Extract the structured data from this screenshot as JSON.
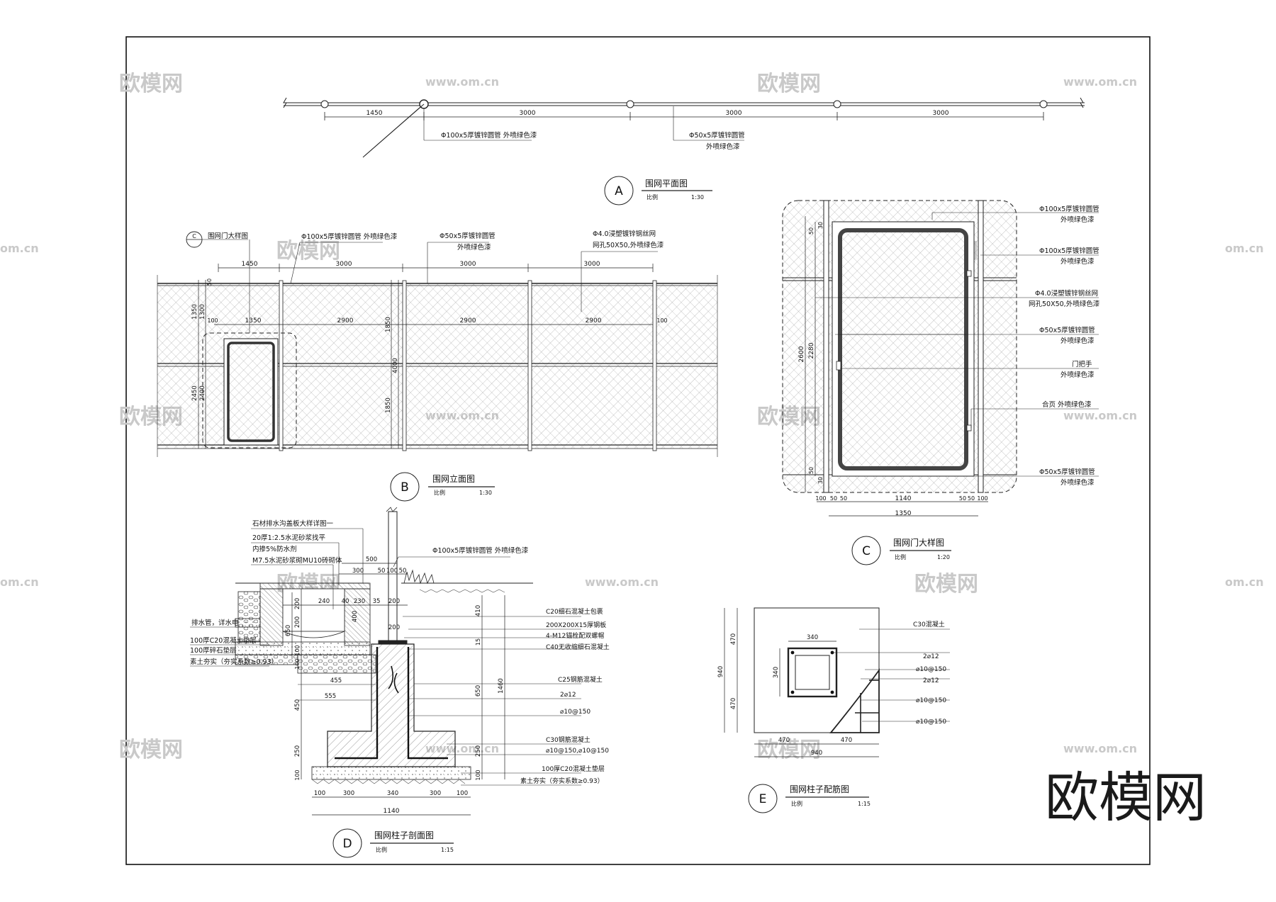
{
  "watermark": {
    "brand": "欧模网",
    "url": "www.om.cn",
    "url_partial": "om.cn"
  },
  "planA": {
    "dims": [
      "1450",
      "3000",
      "3000",
      "3000"
    ],
    "note_post": "Φ100x5厚镀锌圆管 外喷绿色漆",
    "note_rail_1": "Φ50x5厚镀锌圆管",
    "note_rail_2": "外喷绿色漆",
    "label": "A",
    "title": "围网平面图",
    "scale_word": "比例",
    "scale": "1:30"
  },
  "elevB": {
    "callout_mark": "C",
    "callout_text": "围网门大样图",
    "note_post": "Φ100x5厚镀锌圆管 外喷绿色漆",
    "note_rail_1": "Φ50x5厚镀锌圆管",
    "note_rail_2": "外喷绿色漆",
    "note_mesh_1": "Φ4.0浸塑镀锌钢丝网",
    "note_mesh_2": "网孔50X50,外喷绿色漆",
    "dims_top": [
      "1450",
      "3000",
      "3000",
      "3000"
    ],
    "dims_mid": [
      "1350",
      "2900",
      "2900",
      "2900"
    ],
    "dim_100": "100",
    "dim_50": "50",
    "dims_left": [
      "1350",
      "1300",
      "2450",
      "2400"
    ],
    "dims_center": [
      "1850",
      "4000",
      "1850"
    ],
    "label": "B",
    "title": "围网立面图",
    "scale_word": "比例",
    "scale": "1:30"
  },
  "gateC": {
    "notes": [
      [
        "Φ100x5厚镀锌圆管",
        "外喷绿色漆"
      ],
      [
        "Φ100x5厚镀锌圆管",
        "外喷绿色漆"
      ],
      [
        "Φ4.0浸塑镀锌钢丝网",
        "网孔50X50,外喷绿色漆"
      ],
      [
        "Φ50x5厚镀锌圆管",
        "外喷绿色漆"
      ],
      [
        "门把手",
        "外喷绿色漆"
      ],
      [
        "合页 外喷绿色漆",
        ""
      ],
      [
        "Φ50x5厚镀锌圆管",
        "外喷绿色漆"
      ]
    ],
    "dims_left": [
      "2600",
      "2280",
      "50",
      "30",
      "50",
      "30"
    ],
    "dims_bottom": [
      "100",
      "50",
      "50",
      "1140",
      "50",
      "50",
      "100"
    ],
    "dim_total": "1350",
    "label": "C",
    "title": "围网门大样图",
    "scale_word": "比例",
    "scale": "1:20"
  },
  "sectionD": {
    "notes_left": [
      "石材排水沟盖板大样详图一",
      "20厚1:2.5水泥砂浆找平",
      "内掺5%防水剂",
      "M7.5水泥砂浆砌MU10砖砌体",
      "排水管，详水电",
      "100厚C20混凝土垫层",
      "100厚碎石垫层",
      "素土夯实（夯实系数≥0.93）"
    ],
    "note_post": "Φ100x5厚镀锌圆管 外喷绿色漆",
    "notes_right": [
      "C20细石混凝土包裹",
      "200X200X15厚钢板",
      "4-M12锚栓配双螺帽",
      "C40无收缩细石混凝土",
      "C25钢筋混凝土",
      "2⌀12",
      "⌀10@150",
      "C30钢筋混凝土",
      "⌀10@150,⌀10@150",
      "100厚C20混凝土垫层",
      "素土夯实（夯实系数≥0.93）"
    ],
    "dims_top": [
      "500",
      "300",
      "50",
      "100",
      "50"
    ],
    "dims_mid": [
      "240",
      "40",
      "230",
      "35",
      "200",
      "200"
    ],
    "dims_left": [
      "200",
      "200",
      "650",
      "100",
      "100",
      "450",
      "250",
      "100"
    ],
    "dim_555": "555",
    "dim_455": "455",
    "dims_right": [
      "410",
      "15",
      "1460",
      "650",
      "250",
      "100",
      "400"
    ],
    "dims_bottom": [
      "100",
      "300",
      "340",
      "300",
      "100"
    ],
    "dim_total": "1140",
    "label": "D",
    "title": "围网柱子剖面图",
    "scale_word": "比例",
    "scale": "1:15"
  },
  "rebarE": {
    "notes": [
      "C30混凝土",
      "2⌀12",
      "⌀10@150",
      "2⌀12",
      "⌀10@150",
      "⌀10@150"
    ],
    "dim_inner": "340",
    "dim_inner_v": "340",
    "dims_left": [
      "470",
      "940",
      "470"
    ],
    "dims_bottom": [
      "470",
      "470"
    ],
    "dim_total": "940",
    "label": "E",
    "title": "围网柱子配筋图",
    "scale_word": "比例",
    "scale": "1:15"
  }
}
